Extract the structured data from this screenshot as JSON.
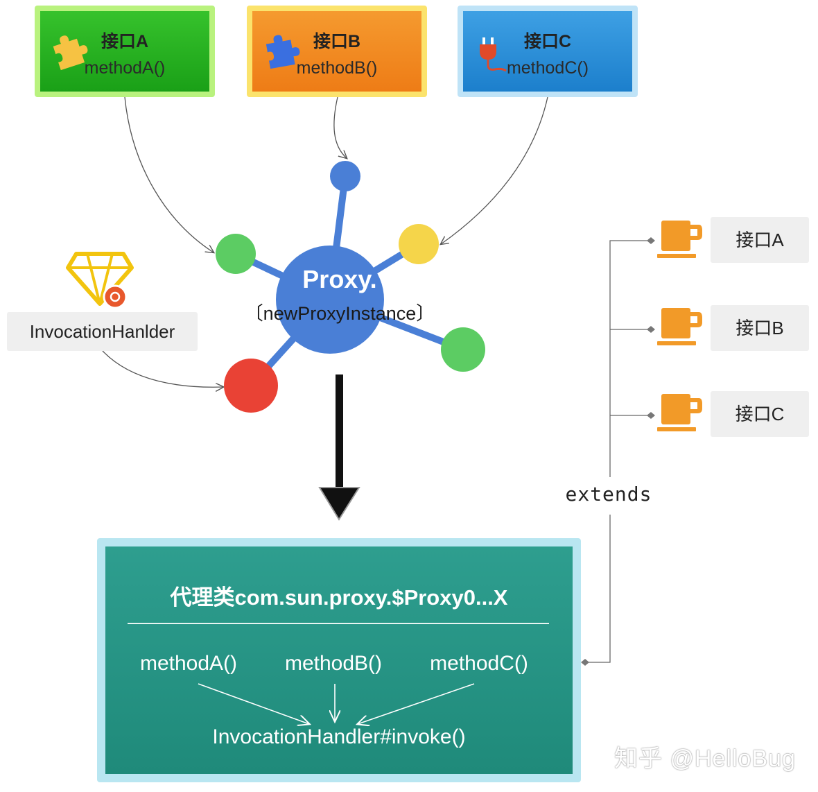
{
  "interfaces_top": [
    {
      "title": "接口A",
      "method": "methodA()",
      "icon": "puzzle-piece-icon",
      "color": "#1aa017",
      "icon_color": "#f6c243"
    },
    {
      "title": "接口B",
      "method": "methodB()",
      "icon": "puzzle-piece-icon",
      "color": "#ee7c16",
      "icon_color": "#3a6fe0"
    },
    {
      "title": "接口C",
      "method": "methodC()",
      "icon": "plug-icon",
      "color": "#1c7fcc",
      "icon_color": "#e04a2a"
    }
  ],
  "handler": {
    "label": "InvocationHanlder",
    "icon": "diamond-icon",
    "icon_color": "#f2c40e",
    "badge_color": "#e8582c"
  },
  "proxy": {
    "title": "Proxy.",
    "subtitle": "〔newProxyInstance〕",
    "hub_color": "#4a7fd6",
    "node_colors": {
      "blue": "#4a7fd6",
      "green": "#5ccc63",
      "yellow": "#f5d54a",
      "red": "#e94235"
    }
  },
  "side_interfaces": [
    {
      "label": "接口A",
      "icon": "cup-icon"
    },
    {
      "label": "接口B",
      "icon": "cup-icon"
    },
    {
      "label": "接口C",
      "icon": "cup-icon"
    }
  ],
  "extends_label": "extends",
  "proxy_class": {
    "title": "代理类com.sun.proxy.$Proxy0...X",
    "methods": [
      "methodA()",
      "methodB()",
      "methodC()"
    ],
    "invoke": "InvocationHandler#invoke()",
    "color": "#1f8a7a",
    "border_color": "#b9e6f1"
  },
  "watermark": "知乎 @HelloBug"
}
